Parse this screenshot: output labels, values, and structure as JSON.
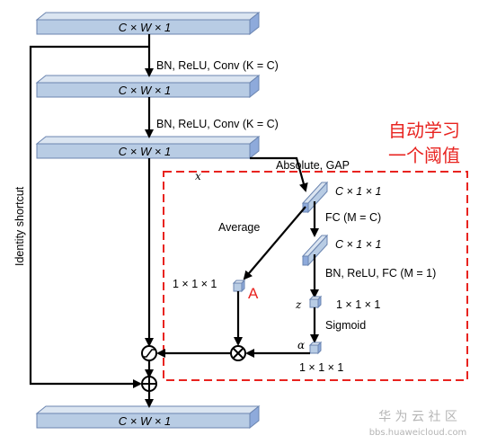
{
  "slabs": {
    "top": "C × W × 1",
    "second": "C × W × 1",
    "third": "C × W × 1",
    "bottom": "C × W × 1"
  },
  "labels": {
    "conv1": "BN, ReLU, Conv (K = C)",
    "conv2": "BN, ReLU, Conv (K = C)",
    "identity": "Identity shortcut",
    "x_var": "x",
    "absolute_gap": "Absolute, GAP",
    "gap_out": "C × 1 × 1",
    "fc1": "FC (M = C)",
    "fc1_out": "C × 1 × 1",
    "bn_fc2": "BN, ReLU, FC (M = 1)",
    "z_var": "z",
    "z_size": "1 × 1 × 1",
    "sigmoid": "Sigmoid",
    "alpha_var": "α",
    "alpha_size": "1 × 1 × 1",
    "average": "Average",
    "avg_size": "1 × 1 × 1",
    "A": "A",
    "red_title_1": "自动学习",
    "red_title_2": "一个阈值"
  },
  "watermark": {
    "cn": "华 为 云 社 区",
    "url": "bbs.huaweicloud.com"
  },
  "colors": {
    "slab_front": "#b8cce4",
    "slab_top": "#dbe5f1",
    "slab_side": "#8eaadb",
    "highlight_dash": "#e8231f",
    "highlight_text": "#e8231f"
  }
}
